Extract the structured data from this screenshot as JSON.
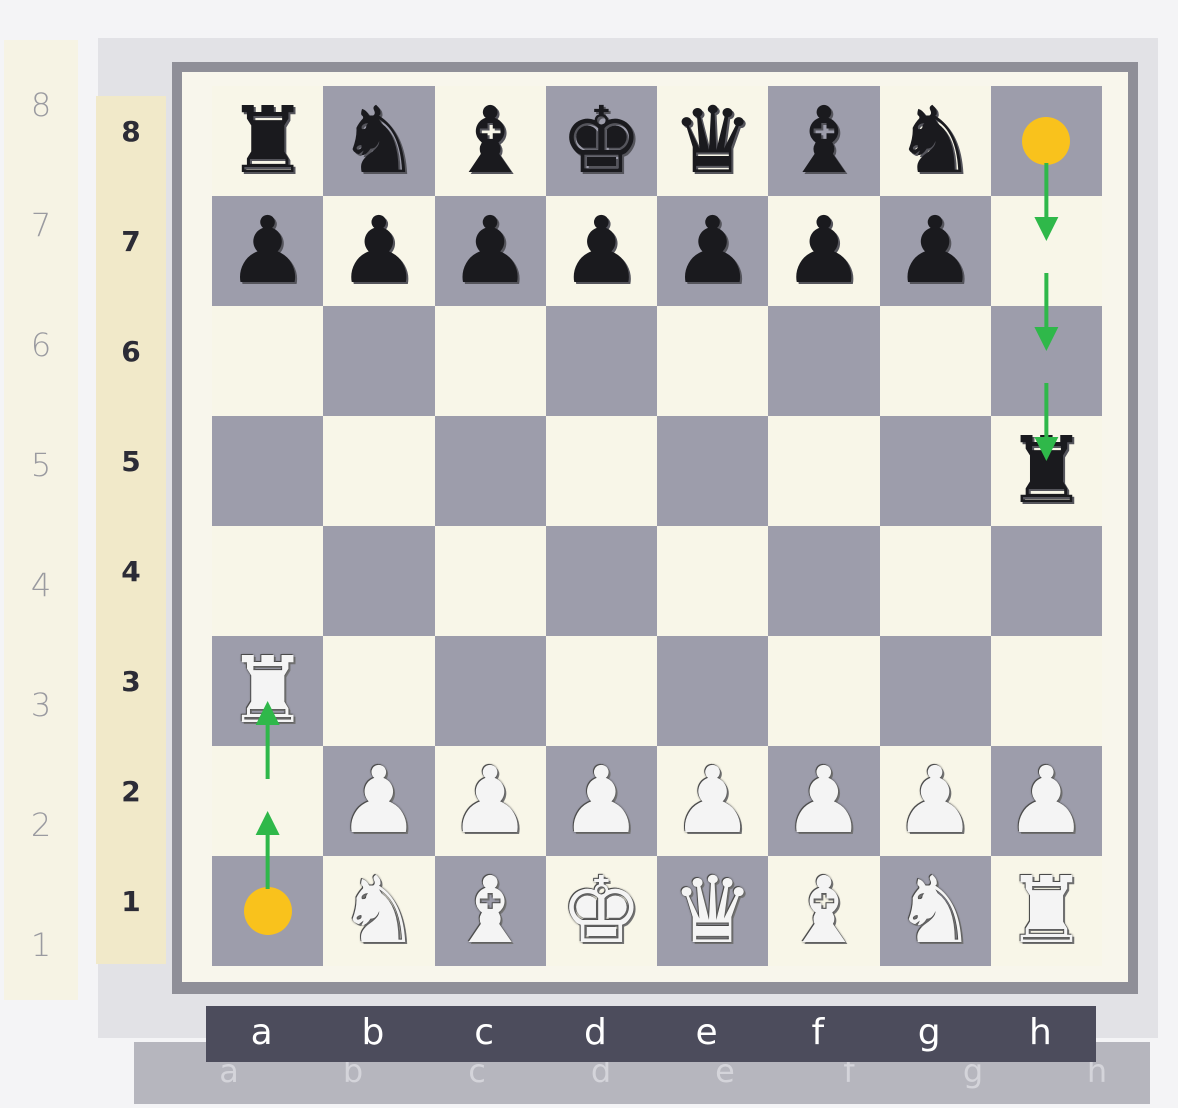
{
  "ranks": [
    "8",
    "7",
    "6",
    "5",
    "4",
    "3",
    "2",
    "1"
  ],
  "files": [
    "a",
    "b",
    "c",
    "d",
    "e",
    "f",
    "g",
    "h"
  ],
  "colors": {
    "light_square": "#f8f6e8",
    "dark_square": "#9d9dab",
    "arrow": "#2fb84a",
    "marker": "#f9c21c"
  },
  "pieces": [
    {
      "square": "a8",
      "color": "black",
      "type": "rook",
      "glyph": "♜"
    },
    {
      "square": "b8",
      "color": "black",
      "type": "knight",
      "glyph": "♞"
    },
    {
      "square": "c8",
      "color": "black",
      "type": "bishop",
      "glyph": "♝"
    },
    {
      "square": "d8",
      "color": "black",
      "type": "king",
      "glyph": "♚"
    },
    {
      "square": "e8",
      "color": "black",
      "type": "queen",
      "glyph": "♛"
    },
    {
      "square": "f8",
      "color": "black",
      "type": "bishop",
      "glyph": "♝"
    },
    {
      "square": "g8",
      "color": "black",
      "type": "knight",
      "glyph": "♞"
    },
    {
      "square": "h5",
      "color": "black",
      "type": "rook",
      "glyph": "♜"
    },
    {
      "square": "a7",
      "color": "black",
      "type": "pawn",
      "glyph": "♟"
    },
    {
      "square": "b7",
      "color": "black",
      "type": "pawn",
      "glyph": "♟"
    },
    {
      "square": "c7",
      "color": "black",
      "type": "pawn",
      "glyph": "♟"
    },
    {
      "square": "d7",
      "color": "black",
      "type": "pawn",
      "glyph": "♟"
    },
    {
      "square": "e7",
      "color": "black",
      "type": "pawn",
      "glyph": "♟"
    },
    {
      "square": "f7",
      "color": "black",
      "type": "pawn",
      "glyph": "♟"
    },
    {
      "square": "g7",
      "color": "black",
      "type": "pawn",
      "glyph": "♟"
    },
    {
      "square": "a3",
      "color": "white",
      "type": "rook",
      "glyph": "♜"
    },
    {
      "square": "b2",
      "color": "white",
      "type": "pawn",
      "glyph": "♟"
    },
    {
      "square": "c2",
      "color": "white",
      "type": "pawn",
      "glyph": "♟"
    },
    {
      "square": "d2",
      "color": "white",
      "type": "pawn",
      "glyph": "♟"
    },
    {
      "square": "e2",
      "color": "white",
      "type": "pawn",
      "glyph": "♟"
    },
    {
      "square": "f2",
      "color": "white",
      "type": "pawn",
      "glyph": "♟"
    },
    {
      "square": "g2",
      "color": "white",
      "type": "pawn",
      "glyph": "♟"
    },
    {
      "square": "h2",
      "color": "white",
      "type": "pawn",
      "glyph": "♟"
    },
    {
      "square": "b1",
      "color": "white",
      "type": "knight",
      "glyph": "♞"
    },
    {
      "square": "c1",
      "color": "white",
      "type": "bishop",
      "glyph": "♝"
    },
    {
      "square": "d1",
      "color": "white",
      "type": "king",
      "glyph": "♚"
    },
    {
      "square": "e1",
      "color": "white",
      "type": "queen",
      "glyph": "♛"
    },
    {
      "square": "f1",
      "color": "white",
      "type": "bishop",
      "glyph": "♝"
    },
    {
      "square": "g1",
      "color": "white",
      "type": "knight",
      "glyph": "♞"
    },
    {
      "square": "h1",
      "color": "white",
      "type": "rook",
      "glyph": "♜"
    }
  ],
  "moves": [
    {
      "from": "h8",
      "to": "h5"
    },
    {
      "from": "a1",
      "to": "a3"
    }
  ]
}
